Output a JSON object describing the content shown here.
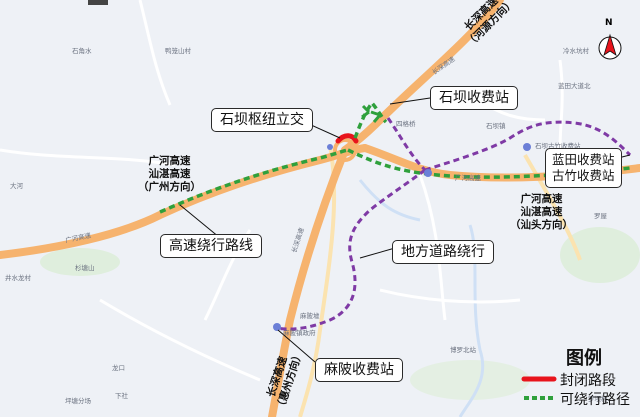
{
  "colors": {
    "highway": "#f6b36e",
    "highway_edge": "#e9974a",
    "closed": "#e8141c",
    "highway_detour": "#2fa03c",
    "local_detour": "#7f3aa5",
    "water": "#cfe0f5",
    "green": "#d9ecd8"
  },
  "callouts": {
    "shiba_hub": "石坝枢纽立交",
    "shiba_toll": "石坝收费站",
    "lantian_toll": "蓝田收费站",
    "guzhu_toll": "古竹收费站",
    "highway_detour": "高速绕行路线",
    "local_detour": "地方道路绕行",
    "malu_toll": "麻陂收费站"
  },
  "road_labels": {
    "guangzhou_dir": [
      "广河高速",
      "汕湛高速",
      "（广州方向）"
    ],
    "shantou_dir": [
      "广河高速",
      "汕湛高速",
      "（汕头方向）"
    ],
    "heyuan_dir": [
      "长深高速",
      "（河源方向）"
    ],
    "huizhou_dir": [
      "长深高速",
      "（惠州方向）"
    ]
  },
  "places": {
    "shijiaoshui": "石角水",
    "jiangtangshan": "鸭笼山村",
    "shiba_town": "石坝镇",
    "siguo": "四格桥",
    "lantian": "石坝古竹收费站",
    "lengshui": "冷水坑村",
    "shanbei": "蓝田大道北",
    "dahe": "大河",
    "xiangshan": "杉塘山",
    "jingshui": "井水龙村",
    "malu_market": "麻陂墟",
    "malu_town": "麻陂镇政府",
    "boluo": "博罗北站",
    "longkou": "龙口",
    "luofang": "罗屋",
    "yangtang": "坪塘分场",
    "xiashe": "下社",
    "luoyu": "罗坝村"
  },
  "road_small": {
    "guanghe_w": "广河高速",
    "changshen_n": "长深高速",
    "guanghe_e": "广河高速",
    "changshen_s": "长深高速"
  },
  "compass": "N",
  "legend": {
    "title": "图例",
    "closed": "封闭路段",
    "detour": "可绕行路径"
  }
}
